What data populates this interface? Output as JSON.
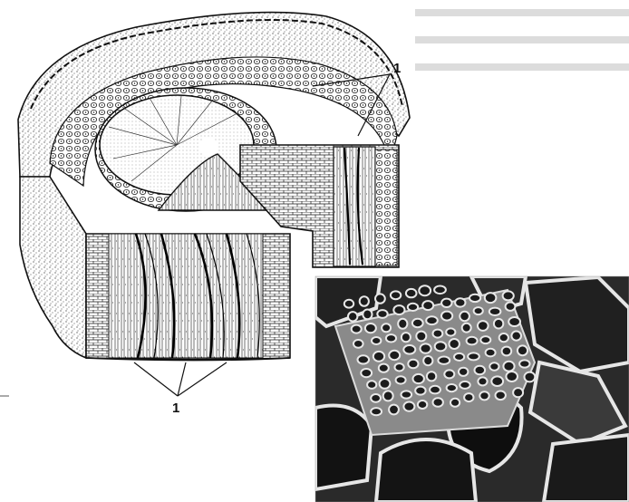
{
  "figure": {
    "callout_top": "1",
    "callout_bottom": "1",
    "drawing_description_icon": "stem-cross-section-drawing",
    "micrograph_icon": "sem-fiber-bundle-micrograph"
  },
  "colors": {
    "ink": "#151515",
    "paper": "#ffffff",
    "micrograph_dark": "#1e1e1e",
    "micrograph_mid": "#6f6f6f",
    "micrograph_light": "#cfcfcf"
  }
}
